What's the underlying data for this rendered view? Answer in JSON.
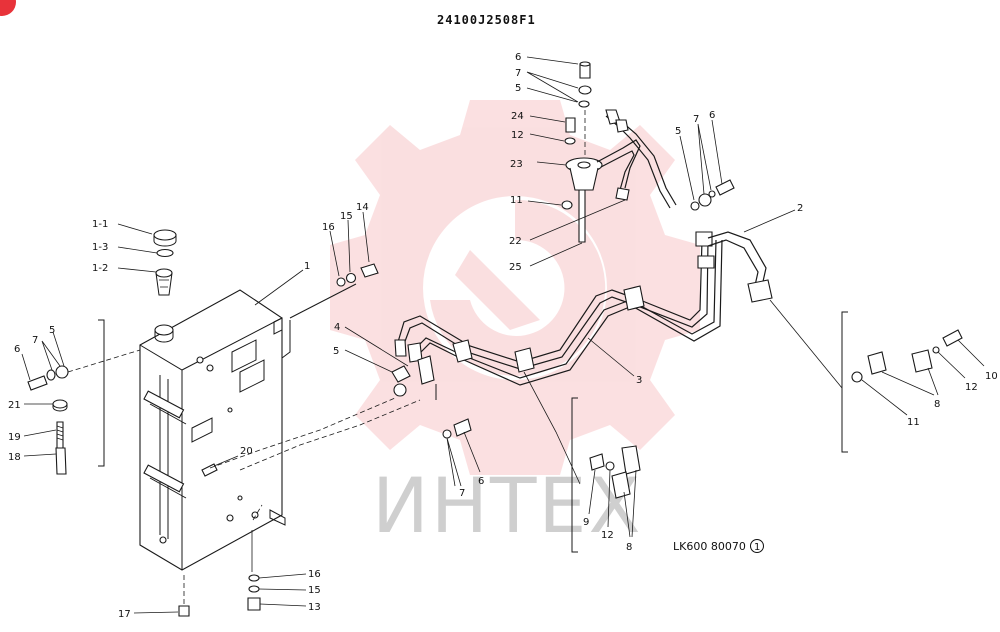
{
  "drawing": {
    "title": "24100J2508F1",
    "code": "LK600 80070",
    "code_mark": "1",
    "watermark_text": "ИНТЕХ",
    "accent_color": "#e8333a",
    "watermark_logo_color": "#f7c6c8"
  },
  "callouts": {
    "c1_1": "1-1",
    "c1_3": "1-3",
    "c1_2": "1-2",
    "c1": "1",
    "c16a": "16",
    "c15a": "15",
    "c14a": "14",
    "c7a": "7",
    "c5a": "5",
    "c6a": "6",
    "c21": "21",
    "c19": "19",
    "c18": "18",
    "c20": "20",
    "c16b": "16",
    "c15b": "15",
    "c13": "13",
    "c17": "17",
    "c6b": "6",
    "c7b": "7",
    "c5b": "5",
    "c24": "24",
    "c12a": "12",
    "c23": "23",
    "c11a": "11",
    "c22": "22",
    "c25": "25",
    "c4": "4",
    "c5c": "5",
    "c7c": "7",
    "c6c": "6",
    "c5d": "5",
    "c7d": "7",
    "c6d": "6",
    "c2": "2",
    "c3": "3",
    "c9": "9",
    "c12b": "12",
    "c8a": "8",
    "c10": "10",
    "c12c": "12",
    "c8b": "8",
    "c11b": "11"
  }
}
